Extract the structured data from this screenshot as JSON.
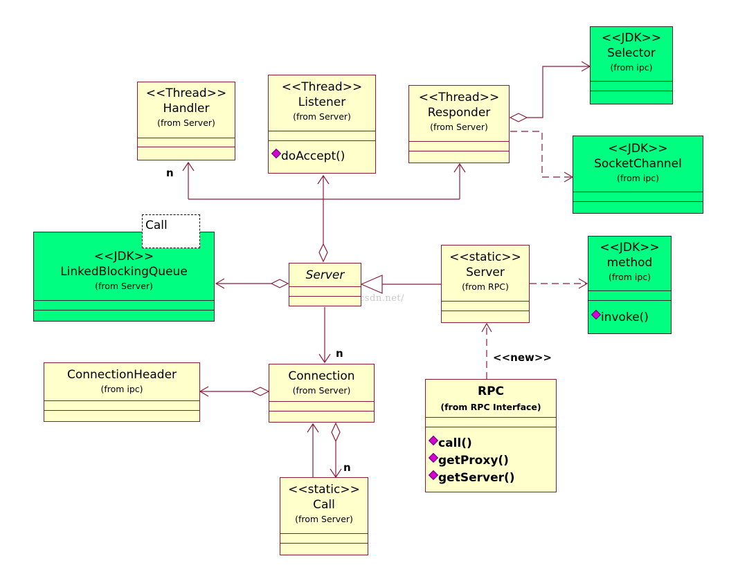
{
  "classes": {
    "handler": {
      "stereotype": "<<Thread>>",
      "name": "Handler",
      "origin": "(from Server)"
    },
    "listener": {
      "stereotype": "<<Thread>>",
      "name": "Listener",
      "origin": "(from Server)",
      "operations": [
        "doAccept()"
      ]
    },
    "responder": {
      "stereotype": "<<Thread>>",
      "name": "Responder",
      "origin": "(from Server)"
    },
    "selector": {
      "stereotype": "<<JDK>>",
      "name": "Selector",
      "origin": "(from ipc)"
    },
    "socket_channel": {
      "stereotype": "<<JDK>>",
      "name": "SocketChannel",
      "origin": "(from ipc)"
    },
    "linked_blocking_queue": {
      "stereotype": "<<JDK>>",
      "name": "LinkedBlockingQueue",
      "origin": "(from Server)"
    },
    "server": {
      "name": "Server"
    },
    "static_server": {
      "stereotype": "<<static>>",
      "name": "Server",
      "origin": "(from RPC)"
    },
    "method": {
      "stereotype": "<<JDK>>",
      "name": "method",
      "origin": "(from ipc)",
      "operations": [
        "invoke()"
      ]
    },
    "connection_header": {
      "name": "ConnectionHeader",
      "origin": "(from ipc)"
    },
    "connection": {
      "name": "Connection",
      "origin": "(from Server)"
    },
    "static_call": {
      "stereotype": "<<static>>",
      "name": "Call",
      "origin": "(from Server)"
    },
    "rpc": {
      "name": "RPC",
      "origin": "(from RPC Interface)",
      "operations": [
        "call()",
        "getProxy()",
        "getServer()"
      ]
    }
  },
  "note": {
    "text": "Call"
  },
  "labels": {
    "handler_multiplicity": "n",
    "connection_multiplicity": "n",
    "call_multiplicity": "n",
    "new_stereotype": "<<new>>"
  },
  "watermark": "http://blog.csdn.net/",
  "colors": {
    "class_fill": "#ffffcc",
    "jdk_fill": "#00ff80",
    "line": "#8b1a3a",
    "operation_icon": "#d400d4"
  }
}
